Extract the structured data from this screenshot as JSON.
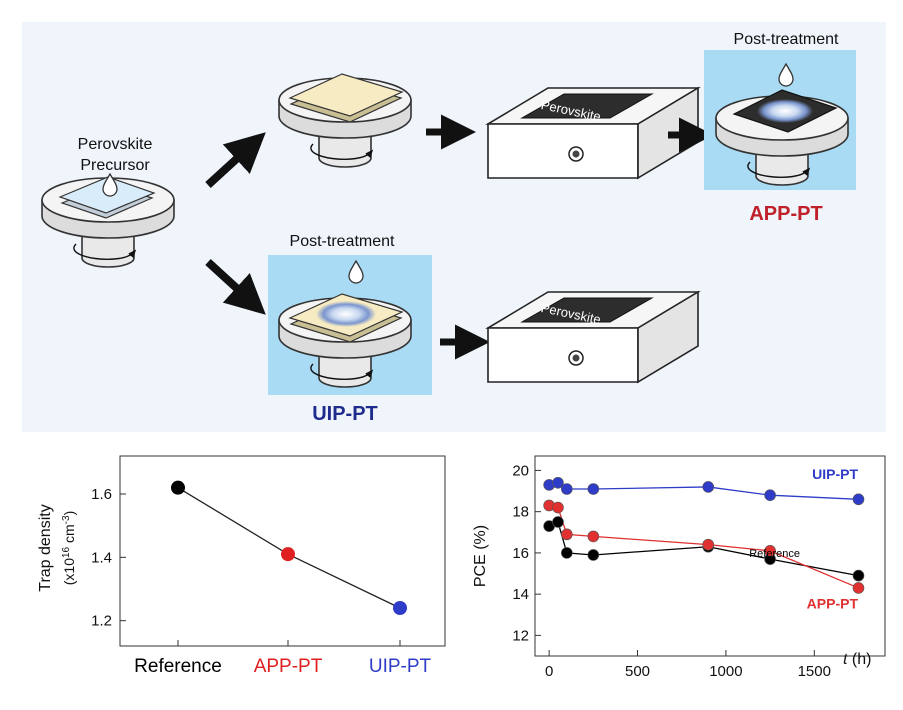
{
  "scheme": {
    "precursor_label_1": "Perovskite",
    "precursor_label_2": "Precursor",
    "film_label_top": "Perovskite",
    "film_label_bottom": "Perovskite",
    "post_treatment_top": "Post-treatment",
    "post_treatment_bottom": "Post-treatment",
    "route_top": "APP-PT",
    "route_bottom": "UIP-PT",
    "colors": {
      "panel_bg": "#f0f5fb",
      "highlight_bg": "#a9dcf4",
      "film_yellow": "#f6ebc2",
      "film_blue": "#d9ecfa",
      "perovskite_dark": "#2d2d2d",
      "app_red": "#c0202a",
      "uip_blue": "#1f2c8e"
    },
    "icons": [
      "spin-coater-icon",
      "hotplate-icon",
      "droplet-icon",
      "rotation-arrow-icon",
      "arrow-icon"
    ]
  },
  "chart_data": [
    {
      "type": "line",
      "xlabel": "",
      "ylabel": "Trap density",
      "ylabel_unit": "(x10",
      "ylabel_exp": "16",
      "ylabel_unit2": " cm",
      "ylabel_exp2": "-3",
      "ylabel_close": ")",
      "categories": [
        "Reference",
        "APP-PT",
        "UIP-PT"
      ],
      "category_colors": [
        "#000000",
        "#e02020",
        "#2e3cc8"
      ],
      "values": [
        1.62,
        1.41,
        1.24
      ],
      "ylim": [
        1.12,
        1.72
      ],
      "yticks": [
        "1.2",
        "1.4",
        "1.6"
      ],
      "ytick_values": [
        1.2,
        1.4,
        1.6
      ],
      "grid": false,
      "legend": "none"
    },
    {
      "type": "line",
      "ylabel": "PCE (%)",
      "xlabel_var": "t",
      "xlabel_unit": " (h)",
      "xlim": [
        -80,
        1900
      ],
      "ylim": [
        11,
        20.7
      ],
      "xticks": [
        "0",
        "500",
        "1000",
        "1500"
      ],
      "xtick_values": [
        0,
        500,
        1000,
        1500
      ],
      "yticks": [
        "12",
        "14",
        "16",
        "18",
        "20"
      ],
      "ytick_values": [
        12,
        14,
        16,
        18,
        20
      ],
      "grid": false,
      "legend": "inline labels",
      "series": [
        {
          "name": "UIP-PT",
          "color": "#2e3cc8",
          "x": [
            0,
            50,
            100,
            250,
            900,
            1250,
            1750
          ],
          "y": [
            19.3,
            19.4,
            19.1,
            19.1,
            19.2,
            18.8,
            18.6
          ]
        },
        {
          "name": "Reference",
          "color": "#000000",
          "x": [
            0,
            50,
            100,
            250,
            900,
            1250,
            1750
          ],
          "y": [
            17.3,
            17.5,
            16.0,
            15.9,
            16.3,
            15.7,
            14.9
          ]
        },
        {
          "name": "APP-PT",
          "color": "#e03030",
          "x": [
            0,
            50,
            100,
            250,
            900,
            1250,
            1750
          ],
          "y": [
            18.3,
            18.2,
            16.9,
            16.8,
            16.4,
            16.1,
            14.3
          ]
        }
      ]
    }
  ]
}
